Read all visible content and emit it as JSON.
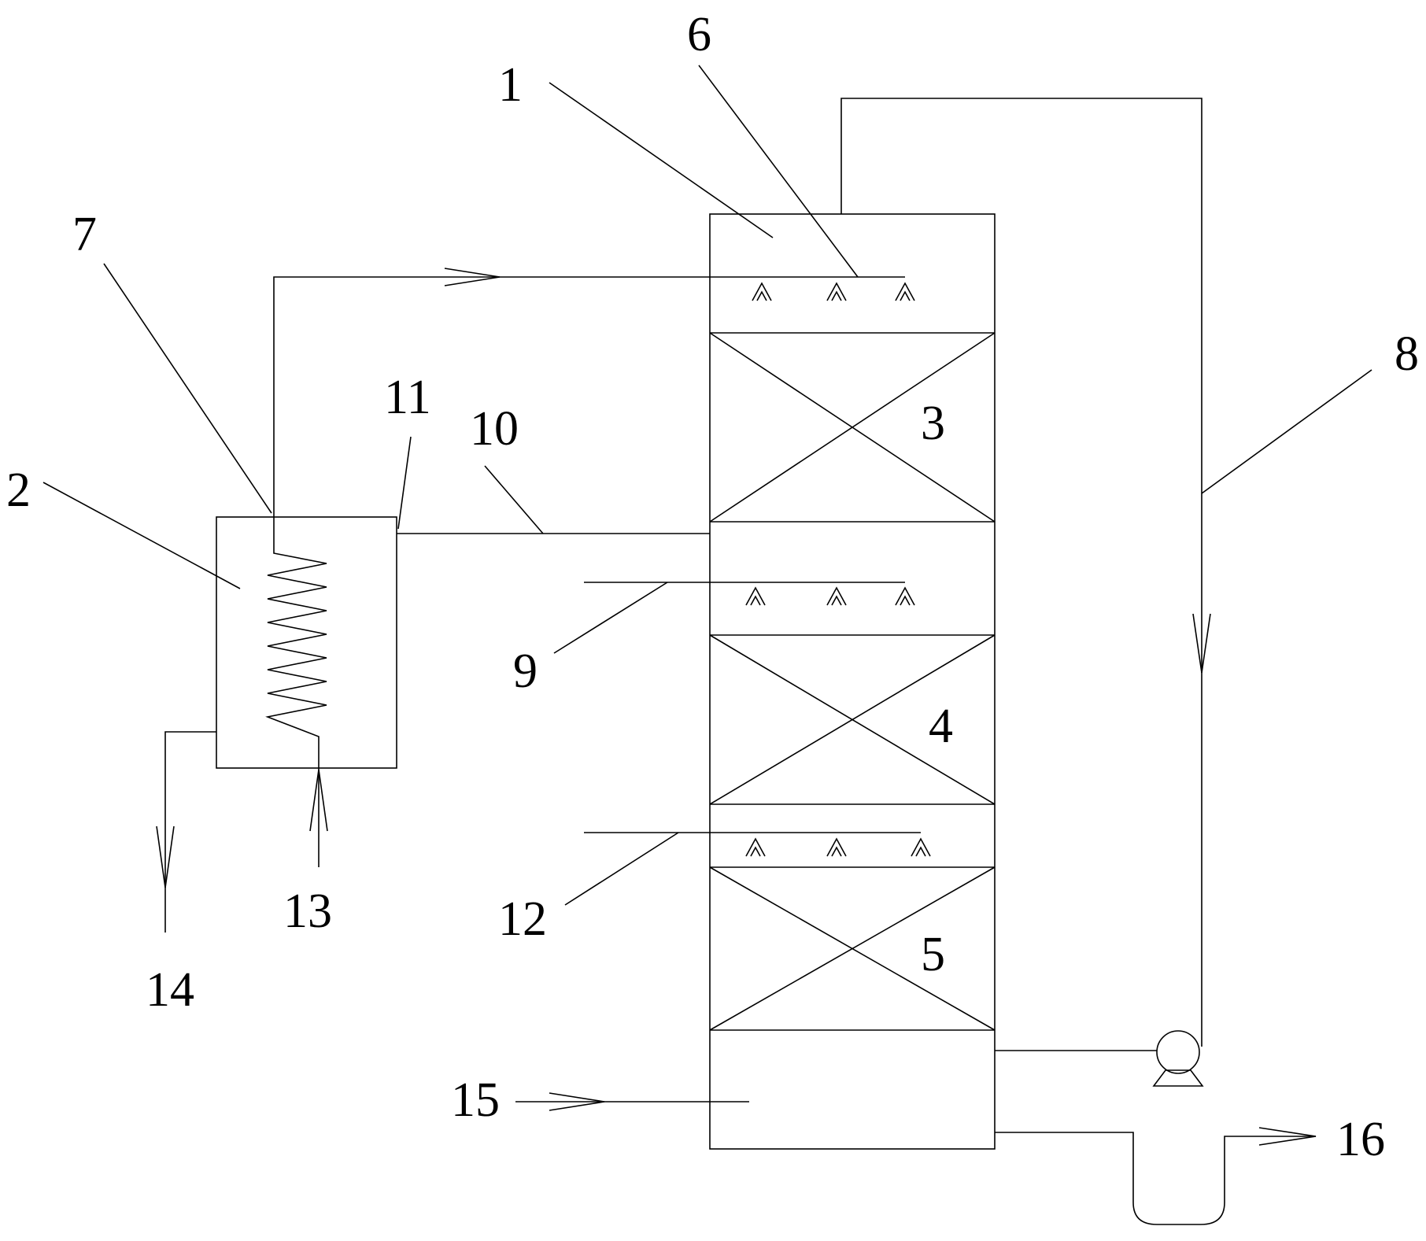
{
  "labels": {
    "l1": "1",
    "l2": "2",
    "l3": "3",
    "l4": "4",
    "l5": "5",
    "l6": "6",
    "l7": "7",
    "l8": "8",
    "l9": "9",
    "l10": "10",
    "l11": "11",
    "l12": "12",
    "l13": "13",
    "l14": "14",
    "l15": "15",
    "l16": "16"
  },
  "components": {
    "tower": "main-column",
    "heat_exchanger": "coil-heat-exchanger",
    "pump": "circulation-pump",
    "packing_beds": [
      "bed-3",
      "bed-4",
      "bed-5"
    ],
    "spray_headers": [
      "header-6",
      "header-9",
      "header-12"
    ]
  },
  "colors": {
    "line": "#000000",
    "background": "#ffffff"
  }
}
